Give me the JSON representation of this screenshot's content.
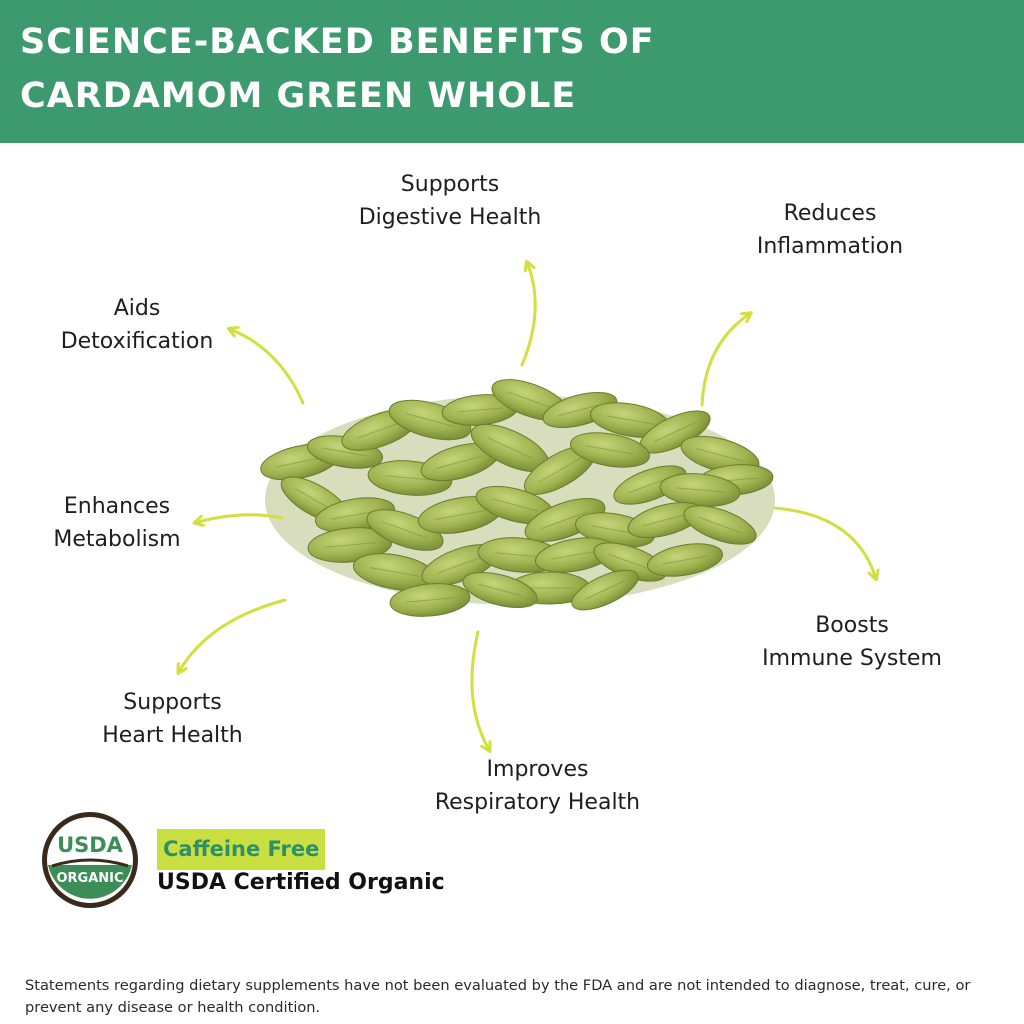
{
  "header": {
    "line1": "SCIENCE-BACKED BENEFITS OF",
    "line2": "CARDAMOM GREEN WHOLE",
    "background": "#3d9a6f"
  },
  "benefits": [
    {
      "line1": "Supports",
      "line2": "Digestive Health"
    },
    {
      "line1": "Reduces",
      "line2": "Inflammation"
    },
    {
      "line1": "Aids",
      "line2": "Detoxification"
    },
    {
      "line1": "Enhances",
      "line2": "Metabolism"
    },
    {
      "line1": "Boosts",
      "line2": "Immune System"
    },
    {
      "line1": "Supports",
      "line2": "Heart Health"
    },
    {
      "line1": "Improves",
      "line2": "Respiratory Health"
    }
  ],
  "arrow_color": "#d2df3e",
  "product_image": {
    "subject": "pile of whole green cardamom pods",
    "color": "#a3b85a"
  },
  "seal": {
    "top_text": "USDA",
    "bottom_text": "ORGANIC",
    "ring_color": "#3a2a1c",
    "band_color": "#3d8d58"
  },
  "badges": {
    "caffeine": "Caffeine Free",
    "caffeine_bg": "#c9df42",
    "certified": "USDA Certified Organic"
  },
  "disclaimer": "Statements regarding dietary supplements have not been evaluated by the FDA and are not intended to diagnose, treat, cure, or prevent any disease or health condition."
}
